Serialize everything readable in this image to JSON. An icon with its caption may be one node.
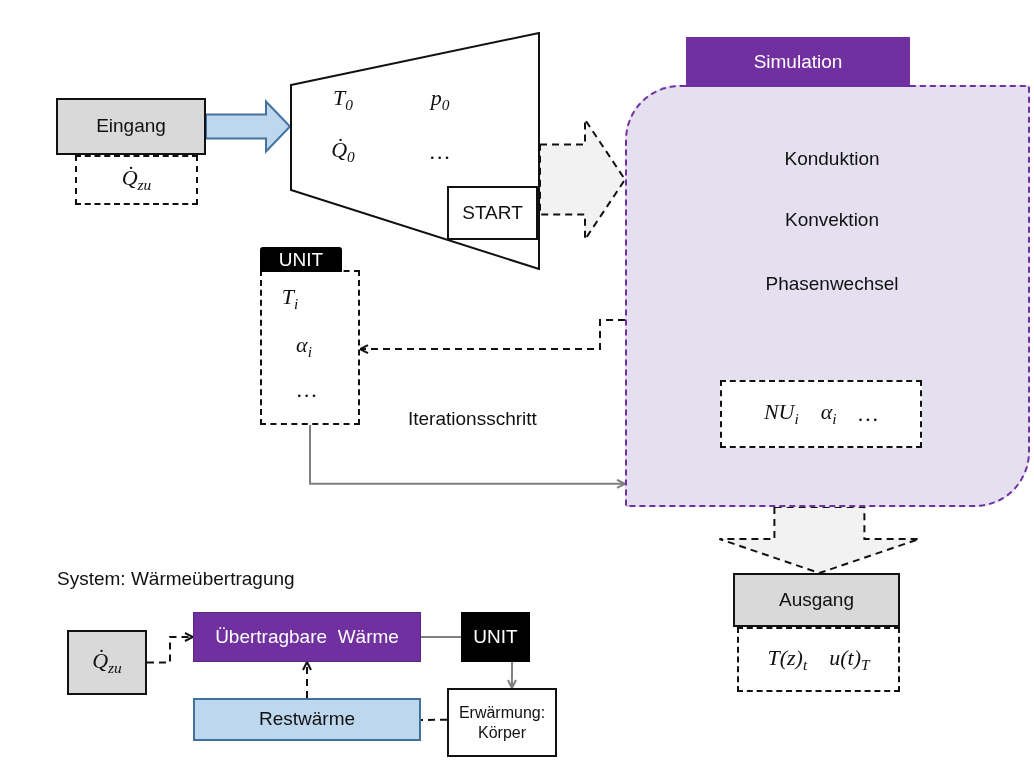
{
  "diagram": {
    "nodes": [
      {
        "text": [
          "Eingang"
        ]
      },
      {
        "text": [
          "Q̇$_{zu}$"
        ]
      },
      {
        "text": [
          "T$_{0}$",
          "p$_{0}$",
          "Q̇$_{0}$",
          "…"
        ]
      },
      {
        "text": [
          "START"
        ],
        "in": 2
      },
      {
        "text": [
          "Simulation",
          "Konduktion",
          "Konvektion",
          "Phasenwechsel"
        ]
      },
      {
        "text": [
          "NU$_{i}$",
          "α$_{i}$",
          "…"
        ],
        "in": 4
      },
      {
        "text": [
          "UNIT",
          "T$_{i}$",
          "α$_{i}$",
          "…"
        ]
      },
      {
        "text": [
          "Ausgang"
        ]
      },
      {
        "text": [
          "T(z)$_{t}$",
          "u(t)$_{T}$"
        ]
      },
      {
        "text": [
          "Q̇$_{zu}$"
        ]
      },
      {
        "text": [
          "Übertragbare  Wärme"
        ]
      },
      {
        "text": [
          "UNIT"
        ]
      },
      {
        "text": [
          "Restwärme"
        ]
      },
      {
        "text": [
          "Erwärmung: Körper"
        ]
      }
    ],
    "edges": [
      {
        "from": 0,
        "to": 2,
        "arrow": "to",
        "color": "#41719c"
      },
      {
        "from": 2,
        "to": 4,
        "arrow": "to",
        "style": "dashed"
      },
      {
        "from": 4,
        "to": 6,
        "arrow": "to",
        "style": "dashed"
      },
      {
        "from": 6,
        "to": 4,
        "arrow": "to",
        "color": "#808080"
      },
      {
        "from": 4,
        "to": 7,
        "arrow": "to",
        "style": "dashed"
      },
      {
        "from": 9,
        "to": 10,
        "arrow": "to",
        "style": "dashed"
      },
      {
        "from": 10,
        "to": 11,
        "arrow": "none",
        "color": "#808080"
      },
      {
        "from": 11,
        "to": 13,
        "arrow": "to",
        "color": "#808080"
      },
      {
        "from": 13,
        "to": 12,
        "arrow": "none",
        "style": "dashed"
      },
      {
        "from": 12,
        "to": 10,
        "arrow": "to",
        "style": "dashed"
      }
    ],
    "labels": [
      "Iterationsschritt",
      "System: Wärmeübertragung"
    ]
  }
}
